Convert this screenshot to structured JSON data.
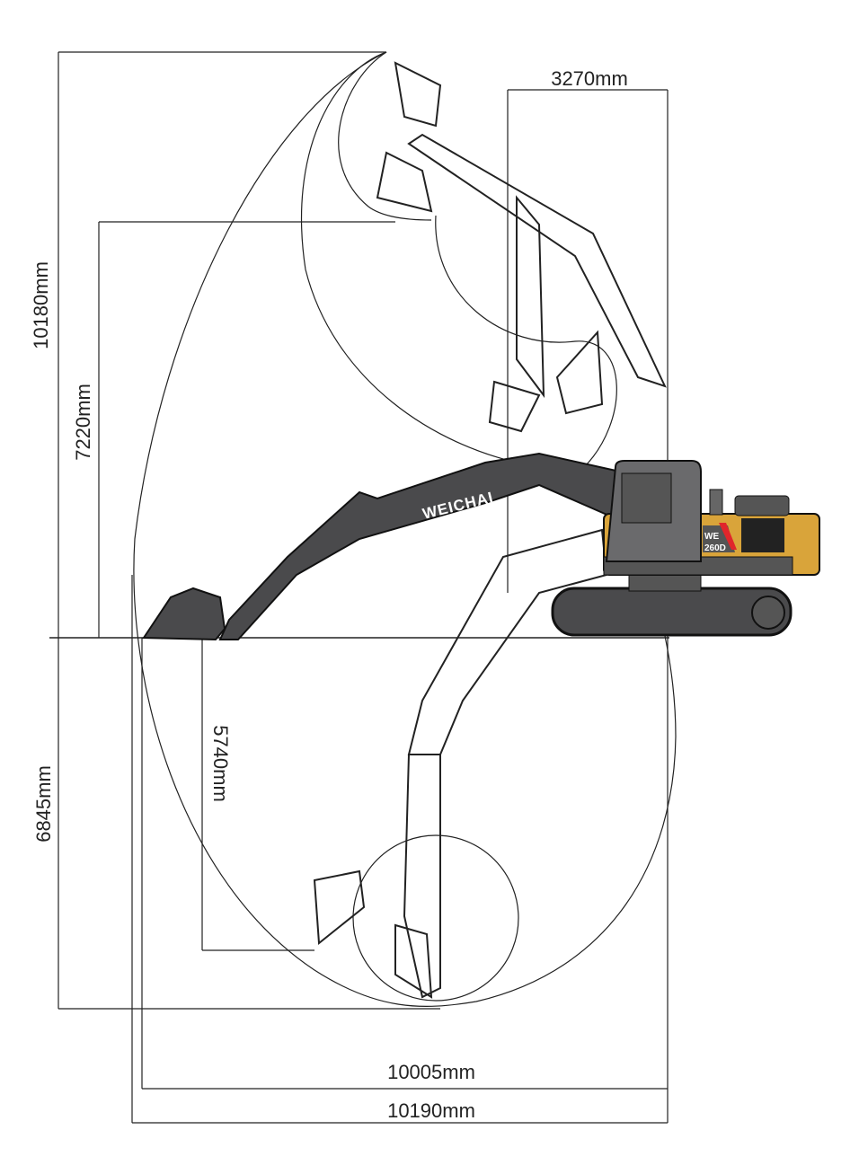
{
  "dimensions": {
    "max_digging_height": "10180mm",
    "max_dumping_height": "7220mm",
    "max_digging_depth": "6845mm",
    "max_vertical_wall_depth": "5740mm",
    "min_swing_radius": "3270mm",
    "max_digging_reach_ground": "10005mm",
    "max_digging_reach": "10190mm"
  },
  "machine": {
    "boom_brand": "WEICHAI",
    "model_line1": "WE",
    "model_line2": "260D"
  },
  "colors": {
    "body_yellow": "#D9A43A",
    "body_gray": "#4a4a4c",
    "accent_red": "#E0262B",
    "line": "#1a1a1a"
  }
}
